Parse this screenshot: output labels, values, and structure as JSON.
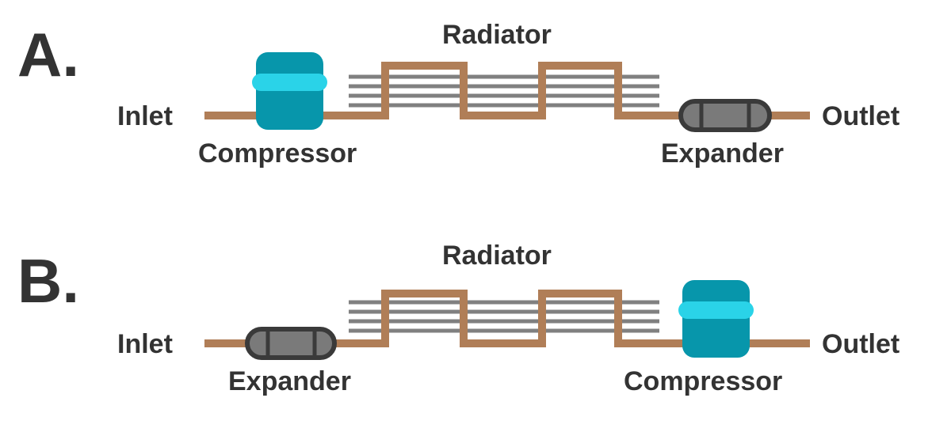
{
  "colors": {
    "pipe": "#b07e57",
    "radiator_fins": "#808080",
    "compressor_body": "#0796ab",
    "compressor_band": "#2ad3e8",
    "expander_body": "#7a7a7a",
    "expander_outline": "#3a3a3a",
    "text": "#333333"
  },
  "panels": [
    {
      "letter": "A.",
      "inlet": "Inlet",
      "outlet": "Outlet",
      "radiator": "Radiator",
      "first_component": "Compressor",
      "second_component": "Expander"
    },
    {
      "letter": "B.",
      "inlet": "Inlet",
      "outlet": "Outlet",
      "radiator": "Radiator",
      "first_component": "Expander",
      "second_component": "Compressor"
    }
  ]
}
